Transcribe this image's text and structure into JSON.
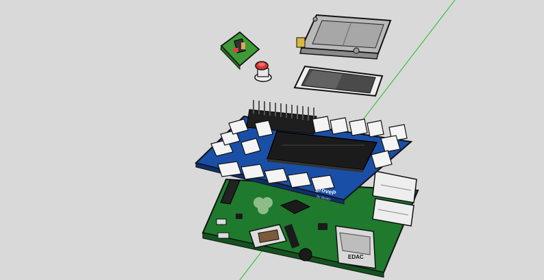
{
  "viewport": {
    "background": "#d9d9d9",
    "axis_color": "#3cbf3c"
  },
  "model": {
    "components": [
      {
        "name": "LCD display module",
        "icon": "lcd-icon"
      },
      {
        "name": "SSD / memory module",
        "icon": "ssd-icon"
      },
      {
        "name": "Camera module",
        "icon": "camera-icon"
      },
      {
        "name": "Push button cap",
        "icon": "button-icon"
      },
      {
        "name": "GrovePi expansion board",
        "icon": "board-icon"
      },
      {
        "name": "Raspberry Pi board",
        "icon": "board-icon"
      }
    ],
    "labels": {
      "grove_logo": "groveP",
      "grove_sub": "by dexter",
      "ethernet_label": "EDAC"
    },
    "colors": {
      "grove_pcb": "#1a4fa8",
      "rpi_pcb": "#1f7a2e",
      "header": "#222222",
      "connector": "#f4f4f4",
      "chip": "#1b1b1b"
    }
  }
}
